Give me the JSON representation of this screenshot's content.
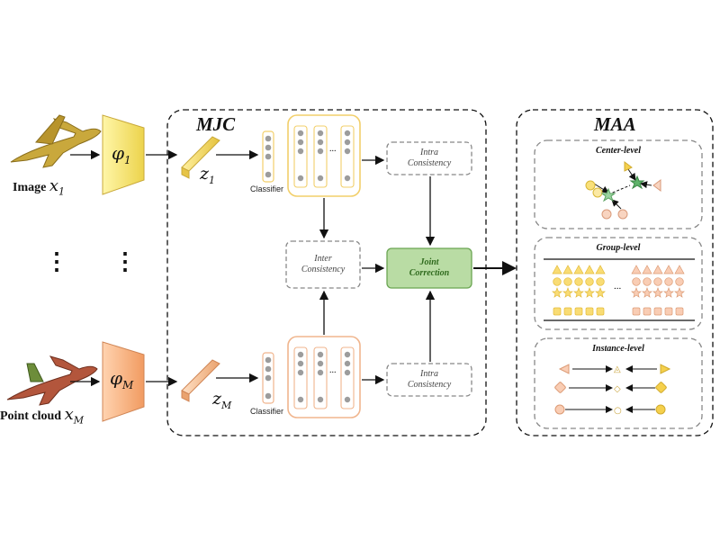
{
  "input_image": {
    "label": "Image",
    "var": "x",
    "sub": "1"
  },
  "input_pointcloud": {
    "label": "Point cloud",
    "var": "x",
    "sub": "M"
  },
  "encoder_1": {
    "symbol": "φ",
    "sub": "1",
    "color": "#f5e56b"
  },
  "encoder_m": {
    "symbol": "φ",
    "sub": "M",
    "color": "#f7b58a"
  },
  "feature_1": {
    "symbol": "z",
    "sub": "1"
  },
  "feature_m": {
    "symbol": "z",
    "sub": "M"
  },
  "ellipsis_vertical": "⋮",
  "ellipsis_h": "...",
  "mjc": {
    "title": "MJC",
    "classifier_top": "Classifier",
    "classifier_bottom": "Classifier",
    "intra_top": [
      "Intra",
      "Consistency"
    ],
    "intra_bottom": [
      "Intra",
      "Consistency"
    ],
    "inter": [
      "Inter",
      "Consistency"
    ],
    "joint": [
      "Joint",
      "Correction"
    ]
  },
  "maa": {
    "title": "MAA",
    "center": "Center-level",
    "group": "Group-level",
    "instance": "Instance-level"
  },
  "colors": {
    "yellow_stroke": "#f2cf6a",
    "orange_stroke": "#f0b58d",
    "joint_fill": "#b9dca4",
    "joint_stroke": "#6aa552",
    "node_gray": "#9c9c9c",
    "dash": "#888888"
  }
}
